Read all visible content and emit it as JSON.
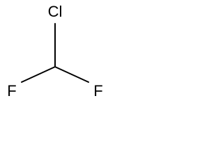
{
  "molecule": {
    "atoms": {
      "top": "Cl",
      "left": "F",
      "right": "F"
    }
  }
}
